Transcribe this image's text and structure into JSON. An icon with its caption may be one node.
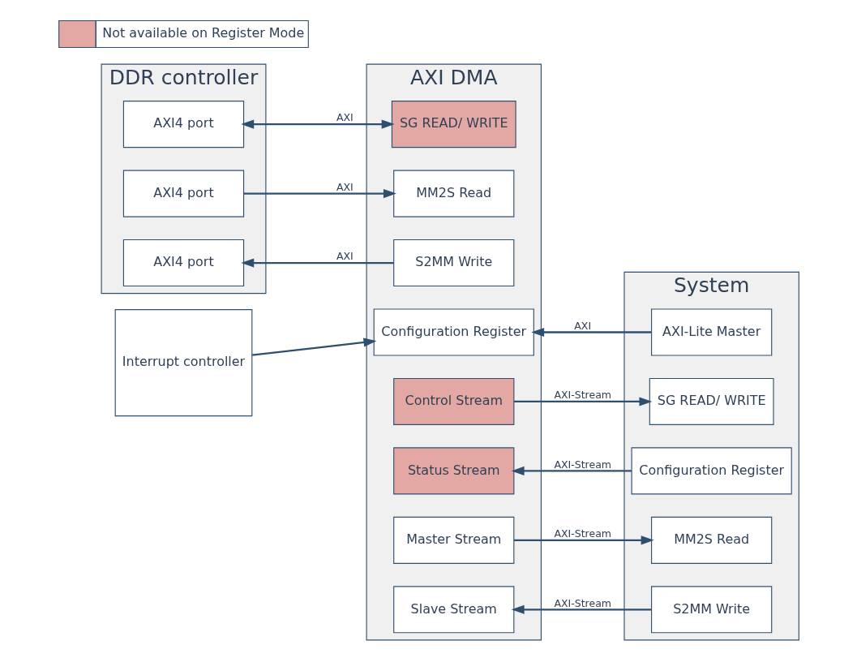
{
  "diagram": {
    "nodes": [
      {
        "text": [
          "DDR controller"
        ]
      },
      {
        "text": [
          "AXI DMA"
        ]
      },
      {
        "text": [
          "Interrupt controller"
        ]
      },
      {
        "text": [
          "System"
        ]
      },
      {
        "text": [
          "Configuration Register"
        ],
        "in": 1
      },
      {
        "text": [
          "AXI-Lite Master"
        ],
        "in": 3
      },
      {
        "text": [
          "Control Stream"
        ],
        "in": 1
      },
      {
        "text": [
          "SG READ/ WRITE"
        ],
        "in": 3
      },
      {
        "text": [
          "AXI4 port"
        ],
        "in": 0
      },
      {
        "text": [
          "SG READ/ WRITE"
        ],
        "in": 1
      },
      {
        "text": [
          "Status Stream"
        ],
        "in": 1
      },
      {
        "text": [
          "Configuration Register"
        ],
        "in": 3
      },
      {
        "text": [
          "AXI4 port"
        ],
        "in": 0
      },
      {
        "text": [
          "MM2S Read"
        ],
        "in": 1
      },
      {
        "text": [
          "Master Stream"
        ],
        "in": 1
      },
      {
        "text": [
          "MM2S Read"
        ],
        "in": 3
      },
      {
        "text": [
          "AXI4 port"
        ],
        "in": 0
      },
      {
        "text": [
          "S2MM Write"
        ],
        "in": 1
      },
      {
        "text": [
          "Slave Stream"
        ],
        "in": 1
      },
      {
        "text": [
          "S2MM Write"
        ],
        "in": 3
      }
    ],
    "edges": [
      {
        "from": 5,
        "to": 4,
        "arrow": "to",
        "label": "AXI"
      },
      {
        "from": 2,
        "to": 4,
        "arrow": "to"
      },
      {
        "from": 6,
        "to": 7,
        "arrow": "to",
        "label": "AXI-Stream"
      },
      {
        "from": 11,
        "to": 10,
        "arrow": "to",
        "label": "AXI-Stream"
      },
      {
        "from": 8,
        "to": 9,
        "arrow": "both",
        "label": "AXI"
      },
      {
        "from": 12,
        "to": 13,
        "arrow": "to",
        "label": "AXI"
      },
      {
        "from": 14,
        "to": 15,
        "arrow": "to",
        "label": "AXI-Stream"
      },
      {
        "from": 17,
        "to": 16,
        "arrow": "to",
        "label": "AXI"
      },
      {
        "from": 19,
        "to": 18,
        "arrow": "to",
        "label": "AXI-Stream"
      }
    ],
    "legend": [
      {
        "text": "Not available on Register Mode",
        "color": "#e3a8a3"
      }
    ]
  }
}
